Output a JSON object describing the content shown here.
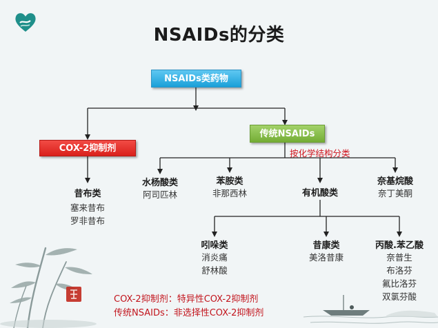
{
  "title": "NSAIDs的分类",
  "root": "NSAIDs类药物",
  "cox2_box": "COX-2抑制剂",
  "traditional_box": "传统NSAIDs",
  "classify_note": "按化学结构分类",
  "cox2_branch": {
    "name": "昔布类",
    "drugs": [
      "塞来昔布",
      "罗非昔布"
    ]
  },
  "traditional_groups": [
    {
      "name": "水杨酸类",
      "drugs": [
        "阿司匹林"
      ]
    },
    {
      "name": "苯胺类",
      "drugs": [
        "非那西林"
      ]
    },
    {
      "name": "有机酸类",
      "drugs": []
    },
    {
      "name": "奈基烷酸",
      "drugs": [
        "奈丁美酮"
      ]
    }
  ],
  "organic_acid_groups": [
    {
      "name": "吲哚类",
      "drugs": [
        "消炎痛",
        "舒林酸"
      ]
    },
    {
      "name": "昔康类",
      "drugs": [
        "美洛昔康"
      ]
    },
    {
      "name": "丙酸.苯乙酸",
      "drugs": [
        "奈普生",
        "布洛芬",
        "氟比洛芬",
        "双氯芬酸"
      ]
    }
  ],
  "notes": [
    "COX-2抑制剂：特异性COX-2抑制剂",
    "传统NSAIDs：非选择性COX-2抑制剂"
  ],
  "colors": {
    "root": "#1aa0d8",
    "cox2": "#d9201b",
    "traditional": "#74ad35",
    "note": "#c2141c",
    "logo": "#1f8f8a"
  }
}
